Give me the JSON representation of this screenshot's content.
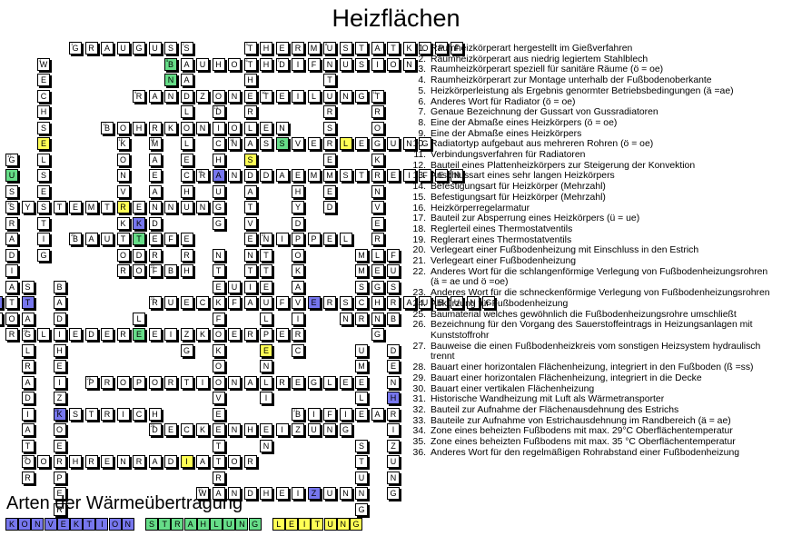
{
  "title": "Heizflächen",
  "colors": {
    "konvektion": "#7777ee",
    "strahlung": "#66dd88",
    "leitung": "#ffff55"
  },
  "words": [
    {
      "n": "1",
      "answer": "GRAUGUSS",
      "dir": "across",
      "row": 0,
      "col": 0
    },
    {
      "n": "2",
      "answer": "STAHLBLECH",
      "dir": "down",
      "row": 0,
      "col": 7
    },
    {
      "n": "3",
      "answer": "THERMOSTATKOPF",
      "dir": "across",
      "row": 0,
      "col": 11
    },
    {
      "n": "4",
      "answer": "WECHSELSEITIG",
      "dir": "down",
      "row": 1,
      "col": -2
    },
    {
      "n": "5",
      "answer": "BAUHOEHE",
      "dir": "across",
      "row": 1,
      "col": 6
    },
    {
      "n": "6",
      "answer": "THERMOSTATVENTIL",
      "dir": "down",
      "row": 1,
      "col": 11
    },
    {
      "n": "7",
      "answer": "DIFFUSION",
      "dir": "across",
      "row": 1,
      "col": 13
    },
    {
      "n": "8",
      "answer": "UNTERSCHIED",
      "dir": "down",
      "row": 0,
      "col": 16
    },
    {
      "n": "9",
      "answer": "RANDZONE",
      "dir": "across",
      "row": 3,
      "col": 4
    },
    {
      "n": "10",
      "answer": "TEILUNG",
      "dir": "across",
      "row": 3,
      "col": 12
    },
    {
      "n": "11",
      "answer": "TROCKENVERLEGUNG",
      "dir": "down",
      "row": 3,
      "col": 19
    },
    {
      "n": "12",
      "answer": "BOHRKONSOLEN",
      "dir": "across",
      "row": 5,
      "col": 2
    },
    {
      "n": "13",
      "answer": "DICHTUNG",
      "dir": "down",
      "row": 4,
      "col": 9
    },
    {
      "n": "14",
      "answer": "NASSVERLEGUNG",
      "dir": "across",
      "row": 6,
      "col": 10
    },
    {
      "n": "15",
      "answer": "KONVEKTOR",
      "dir": "down",
      "row": 6,
      "col": 3
    },
    {
      "n": "16",
      "answer": "MAEANDER",
      "dir": "down",
      "row": 6,
      "col": 5
    },
    {
      "n": "17",
      "answer": "GUSSRADIATOR",
      "dir": "down",
      "row": 7,
      "col": -4
    },
    {
      "n": "18",
      "answer": "RANDDAEMMSTREIFEN",
      "dir": "across",
      "row": 8,
      "col": 8
    },
    {
      "n": "19",
      "answer": "SYSTEMTRENNUNG",
      "dir": "across",
      "row": 10,
      "col": -4
    },
    {
      "n": "20",
      "answer": "BAUTIEFE",
      "dir": "across",
      "row": 12,
      "col": 0
    },
    {
      "n": "21",
      "answer": "NIPPEL",
      "dir": "across",
      "row": 12,
      "col": 12
    },
    {
      "n": "22",
      "answer": "FBH",
      "dir": "across",
      "row": 14,
      "col": 5
    },
    {
      "n": "23",
      "answer": "RUECKLAUFVERSCHRAUBUNG",
      "dir": "across",
      "row": 16,
      "col": 5
    },
    {
      "n": "24",
      "answer": "GLIEDERHEIZKOERPER",
      "dir": "across",
      "row": 18,
      "col": -3
    },
    {
      "n": "25",
      "answer": "PROPORTIONALREGLER",
      "dir": "across",
      "row": 21,
      "col": 1
    },
    {
      "n": "26",
      "answer": "ESTRICH",
      "dir": "across",
      "row": 23,
      "col": -1
    },
    {
      "n": "27",
      "answer": "BIFILAR",
      "dir": "across",
      "row": 23,
      "col": 14
    },
    {
      "n": "28",
      "answer": "DECKENHEIZUNG",
      "dir": "across",
      "row": 24,
      "col": 5
    },
    {
      "n": "29",
      "answer": "ROEHRENRADIATOR",
      "dir": "across",
      "row": 26,
      "col": -3
    },
    {
      "n": "30",
      "answer": "WANDHEIZUNG",
      "dir": "across",
      "row": 28,
      "col": 8
    }
  ],
  "extra_cells": [
    {
      "row": 2,
      "col": 6,
      "ch": "N",
      "color": "green"
    },
    {
      "row": 7,
      "col": 16,
      "ch": "E",
      "color": ""
    },
    {
      "row": 13,
      "col": 12,
      "ch": "T",
      "color": ""
    },
    {
      "row": 14,
      "col": 12,
      "ch": "T",
      "color": ""
    },
    {
      "row": 15,
      "col": 12,
      "ch": "E",
      "color": ""
    },
    {
      "row": 17,
      "col": 12,
      "ch": "L",
      "color": ""
    },
    {
      "row": 19,
      "col": 12,
      "ch": "E",
      "color": "yellow"
    },
    {
      "row": 20,
      "col": 12,
      "ch": "N",
      "color": ""
    },
    {
      "row": 22,
      "col": 12,
      "ch": "I",
      "color": ""
    },
    {
      "row": 25,
      "col": 12,
      "ch": "N",
      "color": ""
    },
    {
      "row": 9,
      "col": 14,
      "ch": "H",
      "color": ""
    },
    {
      "row": 10,
      "col": 14,
      "ch": "Y",
      "color": ""
    },
    {
      "row": 11,
      "col": 14,
      "ch": "D",
      "color": ""
    },
    {
      "row": 13,
      "col": 14,
      "ch": "O",
      "color": ""
    },
    {
      "row": 14,
      "col": 14,
      "ch": "K",
      "color": ""
    },
    {
      "row": 15,
      "col": 14,
      "ch": "A",
      "color": ""
    },
    {
      "row": 17,
      "col": 14,
      "ch": "I",
      "color": ""
    },
    {
      "row": 19,
      "col": 14,
      "ch": "C",
      "color": ""
    },
    {
      "row": 13,
      "col": 9,
      "ch": "N",
      "color": ""
    },
    {
      "row": 14,
      "col": 9,
      "ch": "T",
      "color": ""
    },
    {
      "row": 15,
      "col": 9,
      "ch": "E",
      "color": ""
    },
    {
      "row": 17,
      "col": 9,
      "ch": "F",
      "color": ""
    },
    {
      "row": 19,
      "col": 9,
      "ch": "K",
      "color": ""
    },
    {
      "row": 20,
      "col": 9,
      "ch": "O",
      "color": ""
    },
    {
      "row": 22,
      "col": 9,
      "ch": "V",
      "color": ""
    },
    {
      "row": 23,
      "col": 9,
      "ch": "E",
      "color": ""
    },
    {
      "row": 25,
      "col": 9,
      "ch": "T",
      "color": ""
    },
    {
      "row": 27,
      "col": 9,
      "ch": "R",
      "color": ""
    },
    {
      "row": 13,
      "col": 18,
      "ch": "M",
      "color": ""
    },
    {
      "row": 14,
      "col": 18,
      "ch": "M",
      "color": ""
    },
    {
      "row": 15,
      "col": 18,
      "ch": "S",
      "color": ""
    },
    {
      "row": 17,
      "col": 18,
      "ch": "R",
      "color": ""
    },
    {
      "row": 19,
      "col": 18,
      "ch": "U",
      "color": ""
    },
    {
      "row": 20,
      "col": 18,
      "ch": "M",
      "color": ""
    },
    {
      "row": 21,
      "col": 18,
      "ch": "E",
      "color": ""
    },
    {
      "row": 22,
      "col": 18,
      "ch": "L",
      "color": ""
    },
    {
      "row": 23,
      "col": 18,
      "ch": "E",
      "color": ""
    },
    {
      "row": 25,
      "col": 18,
      "ch": "S",
      "color": ""
    },
    {
      "row": 26,
      "col": 18,
      "ch": "T",
      "color": ""
    },
    {
      "row": 27,
      "col": 18,
      "ch": "U",
      "color": ""
    },
    {
      "row": 28,
      "col": 18,
      "ch": "N",
      "color": ""
    },
    {
      "row": 29,
      "col": 18,
      "ch": "G",
      "color": ""
    },
    {
      "row": 13,
      "col": 20,
      "ch": "F",
      "color": ""
    },
    {
      "row": 14,
      "col": 20,
      "ch": "U",
      "color": ""
    },
    {
      "row": 15,
      "col": 20,
      "ch": "S",
      "color": ""
    },
    {
      "row": 17,
      "col": 20,
      "ch": "B",
      "color": ""
    },
    {
      "row": 19,
      "col": 20,
      "ch": "D",
      "color": ""
    },
    {
      "row": 20,
      "col": 20,
      "ch": "E",
      "color": ""
    },
    {
      "row": 21,
      "col": 20,
      "ch": "N",
      "color": ""
    },
    {
      "row": 22,
      "col": 20,
      "ch": "H",
      "color": "blue"
    },
    {
      "row": 24,
      "col": 20,
      "ch": "I",
      "color": ""
    },
    {
      "row": 25,
      "col": 20,
      "ch": "Z",
      "color": ""
    },
    {
      "row": 26,
      "col": 20,
      "ch": "U",
      "color": ""
    },
    {
      "row": 27,
      "col": 20,
      "ch": "N",
      "color": ""
    },
    {
      "row": 28,
      "col": 20,
      "ch": "G",
      "color": ""
    },
    {
      "row": 15,
      "col": -3,
      "ch": "S",
      "color": ""
    },
    {
      "row": 16,
      "col": -3,
      "ch": "T",
      "color": "blue"
    },
    {
      "row": 17,
      "col": -3,
      "ch": "A",
      "color": ""
    },
    {
      "row": 19,
      "col": -3,
      "ch": "L",
      "color": ""
    },
    {
      "row": 20,
      "col": -3,
      "ch": "R",
      "color": ""
    },
    {
      "row": 21,
      "col": -3,
      "ch": "A",
      "color": ""
    },
    {
      "row": 22,
      "col": -3,
      "ch": "D",
      "color": ""
    },
    {
      "row": 23,
      "col": -3,
      "ch": "I",
      "color": ""
    },
    {
      "row": 24,
      "col": -3,
      "ch": "A",
      "color": ""
    },
    {
      "row": 25,
      "col": -3,
      "ch": "T",
      "color": ""
    },
    {
      "row": 26,
      "col": -3,
      "ch": "O",
      "color": ""
    },
    {
      "row": 27,
      "col": -3,
      "ch": "R",
      "color": ""
    },
    {
      "row": 15,
      "col": -1,
      "ch": "B",
      "color": ""
    },
    {
      "row": 16,
      "col": -1,
      "ch": "A",
      "color": ""
    },
    {
      "row": 17,
      "col": -1,
      "ch": "D",
      "color": ""
    },
    {
      "row": 19,
      "col": -1,
      "ch": "H",
      "color": ""
    },
    {
      "row": 20,
      "col": -1,
      "ch": "E",
      "color": ""
    },
    {
      "row": 21,
      "col": -1,
      "ch": "I",
      "color": ""
    },
    {
      "row": 22,
      "col": -1,
      "ch": "Z",
      "color": ""
    },
    {
      "row": 23,
      "col": -1,
      "ch": "K",
      "color": "blue"
    },
    {
      "row": 24,
      "col": -1,
      "ch": "O",
      "color": ""
    },
    {
      "row": 25,
      "col": -1,
      "ch": "E",
      "color": ""
    },
    {
      "row": 26,
      "col": -1,
      "ch": "R",
      "color": ""
    },
    {
      "row": 27,
      "col": -1,
      "ch": "P",
      "color": ""
    },
    {
      "row": 28,
      "col": -1,
      "ch": "E",
      "color": ""
    },
    {
      "row": 29,
      "col": -1,
      "ch": "R",
      "color": ""
    },
    {
      "row": 13,
      "col": 7,
      "ch": "R",
      "color": ""
    },
    {
      "row": 19,
      "col": 7,
      "ch": "G",
      "color": ""
    },
    {
      "row": 17,
      "col": 17,
      "ch": "N",
      "color": ""
    },
    {
      "row": 16,
      "col": -5,
      "ch": "O",
      "color": "blue"
    },
    {
      "row": 17,
      "col": -5,
      "ch": "R",
      "color": ""
    },
    {
      "row": 15,
      "col": -4,
      "ch": "A",
      "color": ""
    },
    {
      "row": 16,
      "col": -4,
      "ch": "T",
      "color": ""
    },
    {
      "row": 15,
      "col": 10,
      "ch": "U",
      "color": ""
    },
    {
      "row": 16,
      "col": 10,
      "ch": "F",
      "color": ""
    },
    {
      "row": 11,
      "col": 4,
      "ch": "K",
      "color": "blue"
    },
    {
      "row": 12,
      "col": 4,
      "ch": "T",
      "color": "green"
    },
    {
      "row": 13,
      "col": 4,
      "ch": "D",
      "color": ""
    },
    {
      "row": 14,
      "col": 4,
      "ch": "O",
      "color": ""
    },
    {
      "row": 17,
      "col": 4,
      "ch": "L",
      "color": ""
    },
    {
      "row": 18,
      "col": 4,
      "ch": "E",
      "color": ""
    }
  ],
  "clues": [
    {
      "num": "1.",
      "text": "Raumheizkörperart hergestellt im Gießverfahren"
    },
    {
      "num": "2.",
      "text": "Raumheizkörperart aus niedrig legiertem Stahlblech"
    },
    {
      "num": "3.",
      "text": "Raumheizkörperart speziell für sanitäre Räume (ö = oe)"
    },
    {
      "num": "4.",
      "text": "Raumheizkörperart zur Montage unterhalb der Fußbodenoberkante"
    },
    {
      "num": "5.",
      "text": "Heizkörperleistung als Ergebnis genormter Betriebsbedingungen (ä =ae)"
    },
    {
      "num": "6.",
      "text": "Anderes Wort für Radiator (ö = oe)"
    },
    {
      "num": "7.",
      "text": "Genaue Bezeichnung der Gussart von Gussradiatoren"
    },
    {
      "num": "8.",
      "text": "Eine der Abmaße eines Heizkörpers (ö = oe)"
    },
    {
      "num": "9.",
      "text": "Eine der Abmaße eines Heizkörpers"
    },
    {
      "num": "10.",
      "text": "Radiatortyp aufgebaut aus mehreren Rohren (ö = oe)"
    },
    {
      "num": "11.",
      "text": "Verbindungsverfahren für Radiatoren"
    },
    {
      "num": "12.",
      "text": "Bauteil eines Plattenheizkörpers zur Steigerung der Konvektion"
    },
    {
      "num": "13.",
      "text": "Anschlussart eines sehr langen Heizkörpers"
    },
    {
      "num": "14.",
      "text": "Befestigungsart für Heizkörper (Mehrzahl)"
    },
    {
      "num": "15.",
      "text": "Befestigungsart für Heizkörper (Mehrzahl)"
    },
    {
      "num": "16.",
      "text": "Heizkörperregelarmatur"
    },
    {
      "num": "17.",
      "text": "Bauteil zur Absperrung eines Heizkörpers (ü = ue)"
    },
    {
      "num": "18.",
      "text": "Reglerteil eines Thermostatventils"
    },
    {
      "num": "19.",
      "text": "Reglerart eines Thermostatventils"
    },
    {
      "num": "20.",
      "text": "Verlegeart einer Fußbodenheizung mit Einschluss in den Estrich"
    },
    {
      "num": "21.",
      "text": "Verlegeart einer Fußbodenheizung"
    },
    {
      "num": "22.",
      "text": "Anderes Wort für die schlangenförmige Verlegung von Fußbodenheizungsrohren"
    },
    {
      "num": "",
      "text": "(ä = ae und ö =oe)"
    },
    {
      "num": "23.",
      "text": "Anderes Wort für die schneckenförmige Verlegung von Fußbodenheizungsrohren"
    },
    {
      "num": "24.",
      "text": "Abkürzung für Fußbodenheizung"
    },
    {
      "num": "25.",
      "text": "Baumaterial welches gewöhnlich die Fußbodenheizungsrohre umschließt"
    },
    {
      "num": "26.",
      "text": "Bezeichnung für den Vorgang des Sauerstoffeintrags in Heizungsanlagen mit"
    },
    {
      "num": "",
      "text": "Kunststoffrohr"
    },
    {
      "num": "27.",
      "text": "Bauweise die einen Fußbodenheizkreis vom sonstigen Heizsystem hydraulisch"
    },
    {
      "num": "",
      "text": "trennt"
    },
    {
      "num": "28.",
      "text": "Bauart einer horizontalen Flächenheizung, integriert in den Fußboden (ß =ss)"
    },
    {
      "num": "29.",
      "text": "Bauart einer horizontalen Flächenheizung, integriert in die Decke"
    },
    {
      "num": "30.",
      "text": "Bauart einer vertikalen Flächenheizung"
    },
    {
      "num": "31.",
      "text": "Historische Wandheizung mit Luft als Wärmetransporter"
    },
    {
      "num": "32.",
      "text": "Bauteil zur Aufnahme der Flächenausdehnung des Estrichs"
    },
    {
      "num": "33.",
      "text": "Bauteile zur Aufnahme von Estrichausdehnung im Randbereich (ä = ae)"
    },
    {
      "num": "34.",
      "text": "Zone eines beheizten Fußbodens mit max. 29°C Oberflächentemperatur"
    },
    {
      "num": "35.",
      "text": "Zone eines beheizten Fußbodens mit max. 35 °C Oberflächentemperatur"
    },
    {
      "num": "36.",
      "text": "Anderes Wort für den regelmäßigen Rohrabstand einer Fußbodenheizung"
    }
  ],
  "legend": {
    "title": "Arten der Wärmeübertragung",
    "items": [
      {
        "word": "KONVEKTION",
        "color": "blue"
      },
      {
        "word": "STRAHLUNG",
        "color": "green"
      },
      {
        "word": "LEITUNG",
        "color": "yellow"
      }
    ]
  }
}
